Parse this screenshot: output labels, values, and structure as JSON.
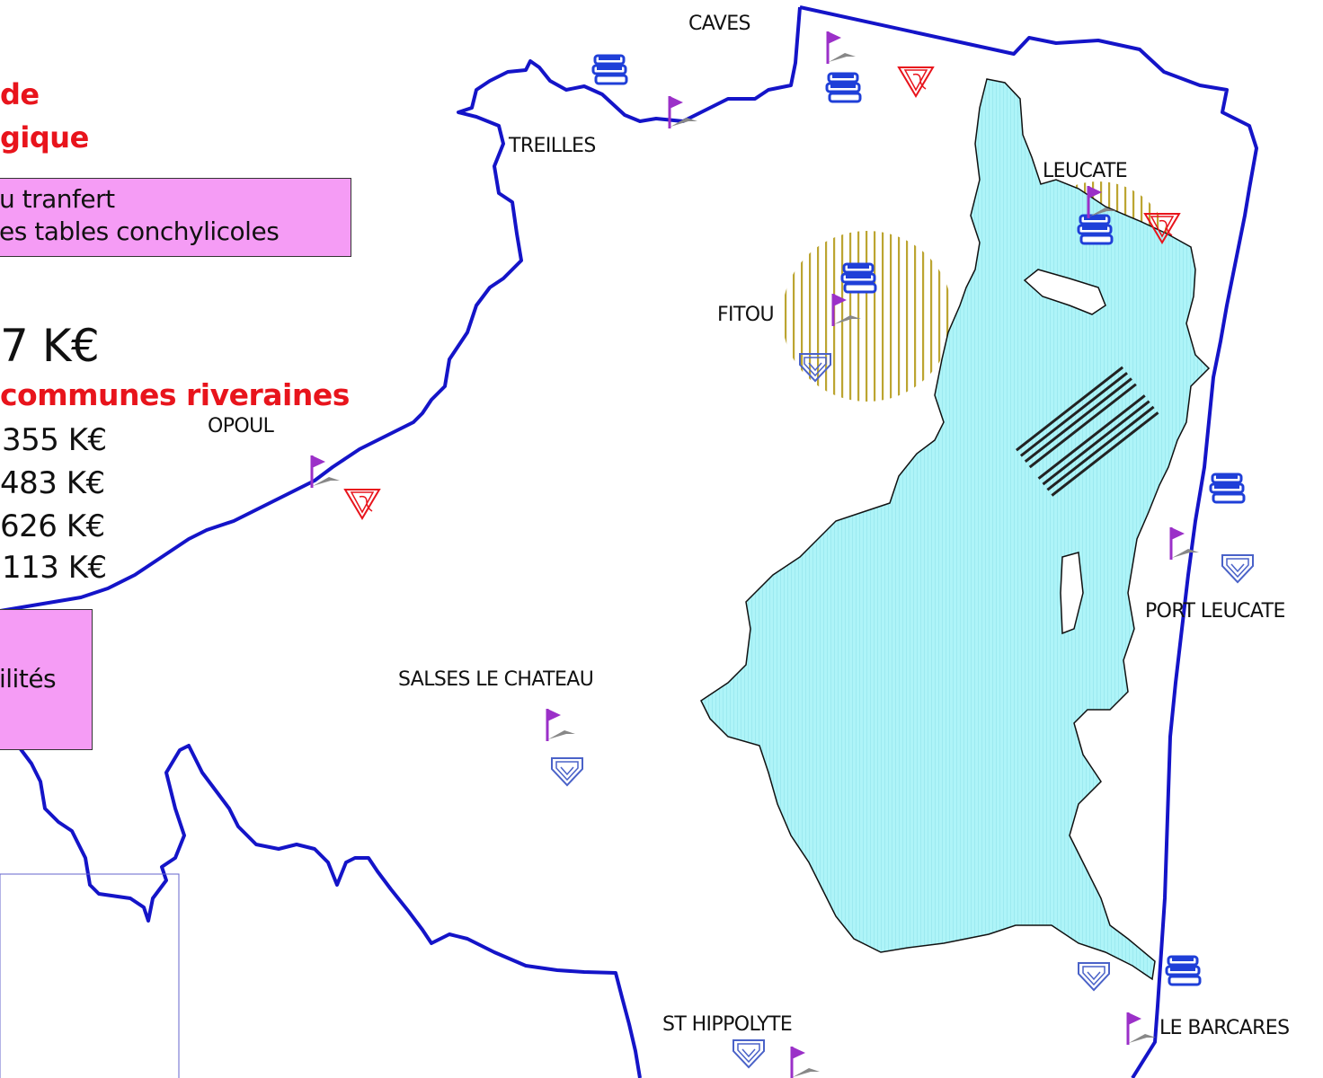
{
  "legend": {
    "heading_line1": "de",
    "heading_line2": "gique",
    "box1_line1": "u tranfert",
    "box1_line2": "es tables conchylicoles",
    "total_amount": "7 K€",
    "subheading": "communes riveraines",
    "amounts": [
      "355 K€",
      "483 K€",
      "626 K€",
      "113 K€"
    ],
    "box2_text": "ilités"
  },
  "towns": {
    "caves": "CAVES",
    "treilles": "TREILLES",
    "leucate": "LEUCATE",
    "fitou": "FITOU",
    "opoul": "OPOUL",
    "port_leucate": "PORT LEUCATE",
    "salses": "SALSES LE CHATEAU",
    "st_hippolyte": "ST HIPPOLYTE",
    "le_barcares": "LE BARCARES"
  },
  "colors": {
    "boundary": "#1414c8",
    "lagoon": "#aef4f8",
    "hatch": "#b59b1a",
    "legend_box": "#f59cf5",
    "heading_red": "#e8141c",
    "flag": "#9b30c8",
    "books": "#1f3fd8"
  },
  "icons": [
    "flag-icon",
    "books-icon",
    "red-triangle-icon",
    "blue-shield-icon"
  ]
}
